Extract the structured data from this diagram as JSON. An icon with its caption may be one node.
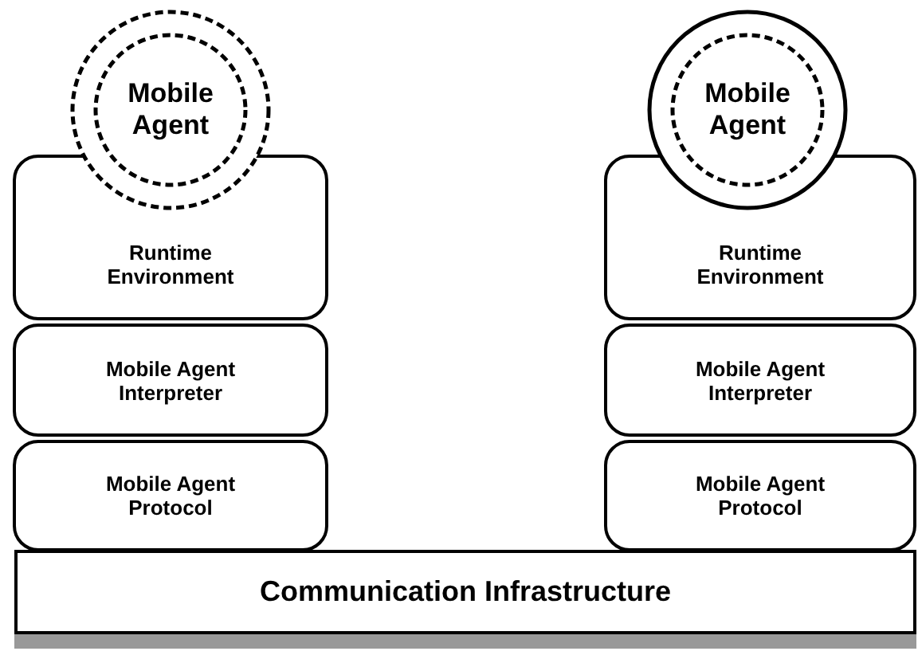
{
  "diagram": {
    "nodes": [
      {
        "text": [
          "Mobile Agent"
        ]
      },
      {
        "text": [
          "Runtime Environment"
        ]
      },
      {
        "text": [
          "Mobile Agent Interpreter"
        ]
      },
      {
        "text": [
          "Mobile Agent Protocol"
        ]
      },
      {
        "text": [
          "Mobile Agent"
        ]
      },
      {
        "text": [
          "Runtime Environment"
        ]
      },
      {
        "text": [
          "Mobile Agent Interpreter"
        ]
      },
      {
        "text": [
          "Mobile Agent Protocol"
        ]
      },
      {
        "text": [
          "Communication Infrastructure"
        ]
      }
    ]
  }
}
